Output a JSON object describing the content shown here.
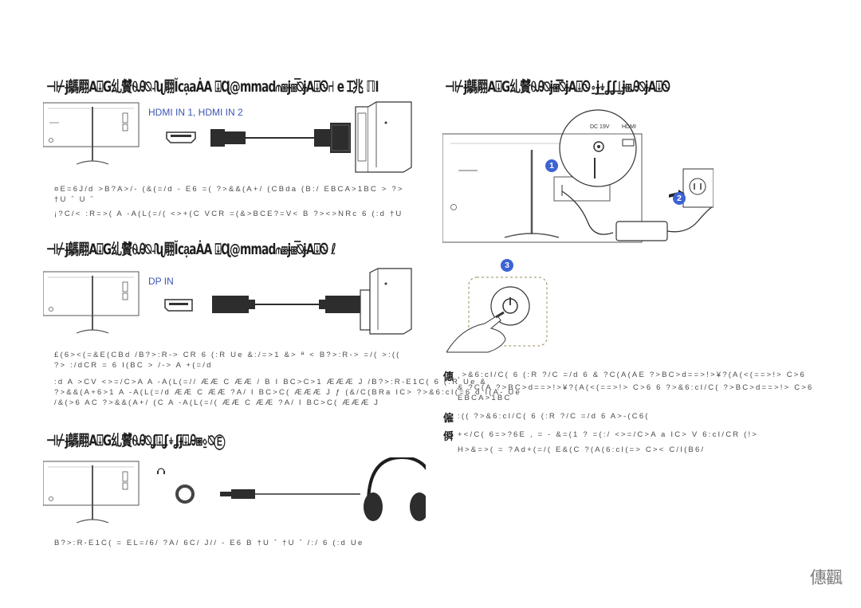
{
  "headings": {
    "hdmi": "⊣⊬ɉ鷌翢A⍗G乣贙⍬Ꭿ⍉˨ʯ翢Ĭca͙aȦA ⍗Ɋ@mmad⫙⧆ɉ⧆͞⍉ɉA⍗Ꮻ⑁ e Ɪ兆 ℿⅠ",
    "power": "⊣⊬ɉ鷌翢A⍗G乣贙⍬Ꭿ⍉ɉ⧆͞⍉ɉA⍗Ꮻ⍛ɉ͟⍖ʆʆ⍊ɉ⧆Ꭿ⍉ɉA⍗Ꮻ",
    "dp": "⊣⊬ɉ鷌翢A⍗G乣贙⍬Ꭿ⍉˨ʯ翢Ĭca͙aȦA ⍗Ɋ@mmad⫙⧆ɉ⧆͞⍉ɉA⍗Ꮻ ℓ",
    "headphone": "⊣⊬ɉ鷌翢A⍗G乣贙⍬Ꭿ⍉ʆ⍗ʆ⍖ʆɉ⍗Ꭿ⧆⍚⍉Ⓔ"
  },
  "labels": {
    "hdmi_port": "HDMI IN 1, HDMI IN 2",
    "dp_port": "DP IN",
    "dc_port": "DC 19V",
    "hdmi_small": "HDMI"
  },
  "badges": {
    "b1": "1",
    "b2": "2",
    "b3": "3"
  },
  "paragraphs": {
    "hdmi_p1": "¤E=6J/d >B?A>/- (&(=/d - E6 =( ?>&&(A+/ (CBda (B:/ EBCA>1BC > ?>",
    "hdmi_p2": "†U ˆ U ˆ",
    "hdmi_p3": "¡?C/< :R=>( A -A(L(=/( <>+(C VCR =(&>BCE?=V< B ?><>NRc 6 (:d †U",
    "dp_p1": "£(6><(=&E(CBd /B?>:R-> CR 6 (:R Ue &:/=>1 &> ª < B?>:R-> =/( >:((",
    "dp_p2": "?> :/dCR = 6 I(BC > /-> A +(=/d",
    "dp_p3": ":d A >CV <>=/C>A A -A(L(=// ÆÆ C ÆÆ / B I BC>C>1 ÆÆÆ J /B?>:R-E1C( 6 (:R Ue &",
    "dp_p4": "?>&&(A+6>1 A -A(L(=/d ÆÆ C ÆÆ ?A/ I BC>C( ÆÆÆ J ƒ (&/C(BRa IC> ?>&6:cI(=6 d I(A- Ue",
    "dp_p5": "/&(>6 AC ?>&&(A+/ (C A -A(L(=/( ÆÆ C ÆÆ ?A/ I BC>C( ÆÆÆ J",
    "hp_p1": "B?>:R-E1C( = EL=/6/ ?A/ 6C/ J// - E6 B †U ˆ †U ˆ /:/ 6 (:d Ue",
    "pw_s1": "¸>&6:cI/C( 6 (:R ?/C =/d 6 & ?C(A(AE ?>BC>d==>!>¥?(A(<(==>!> C>6",
    "pw_s2": "& ?C(A ?>BC>d==>!>¥?(A(<(==>!> C>6 6 ?>&6:cI/C( ?>BC>d==>!> C>6",
    "pw_s2b": "EBCA>1BC",
    "pw_s3": ":(( ?>&6:cI/C( 6 (:R ?/C =/d 6 A>-(C6(",
    "pw_s4": "+</C( 6=>?6E , = - &=(1 ? =(:/ <>=/C>A a IC> V 6:cI/CR (!>",
    "pw_s4b": "H>&=>( = ?Ad+(=/( E&(C ?(A(6:cI(=> C>< C/I(B6/"
  },
  "bullets": {
    "m1": "僡",
    "m2": "僱",
    "m3": "僢"
  },
  "page_number": "僡飌"
}
